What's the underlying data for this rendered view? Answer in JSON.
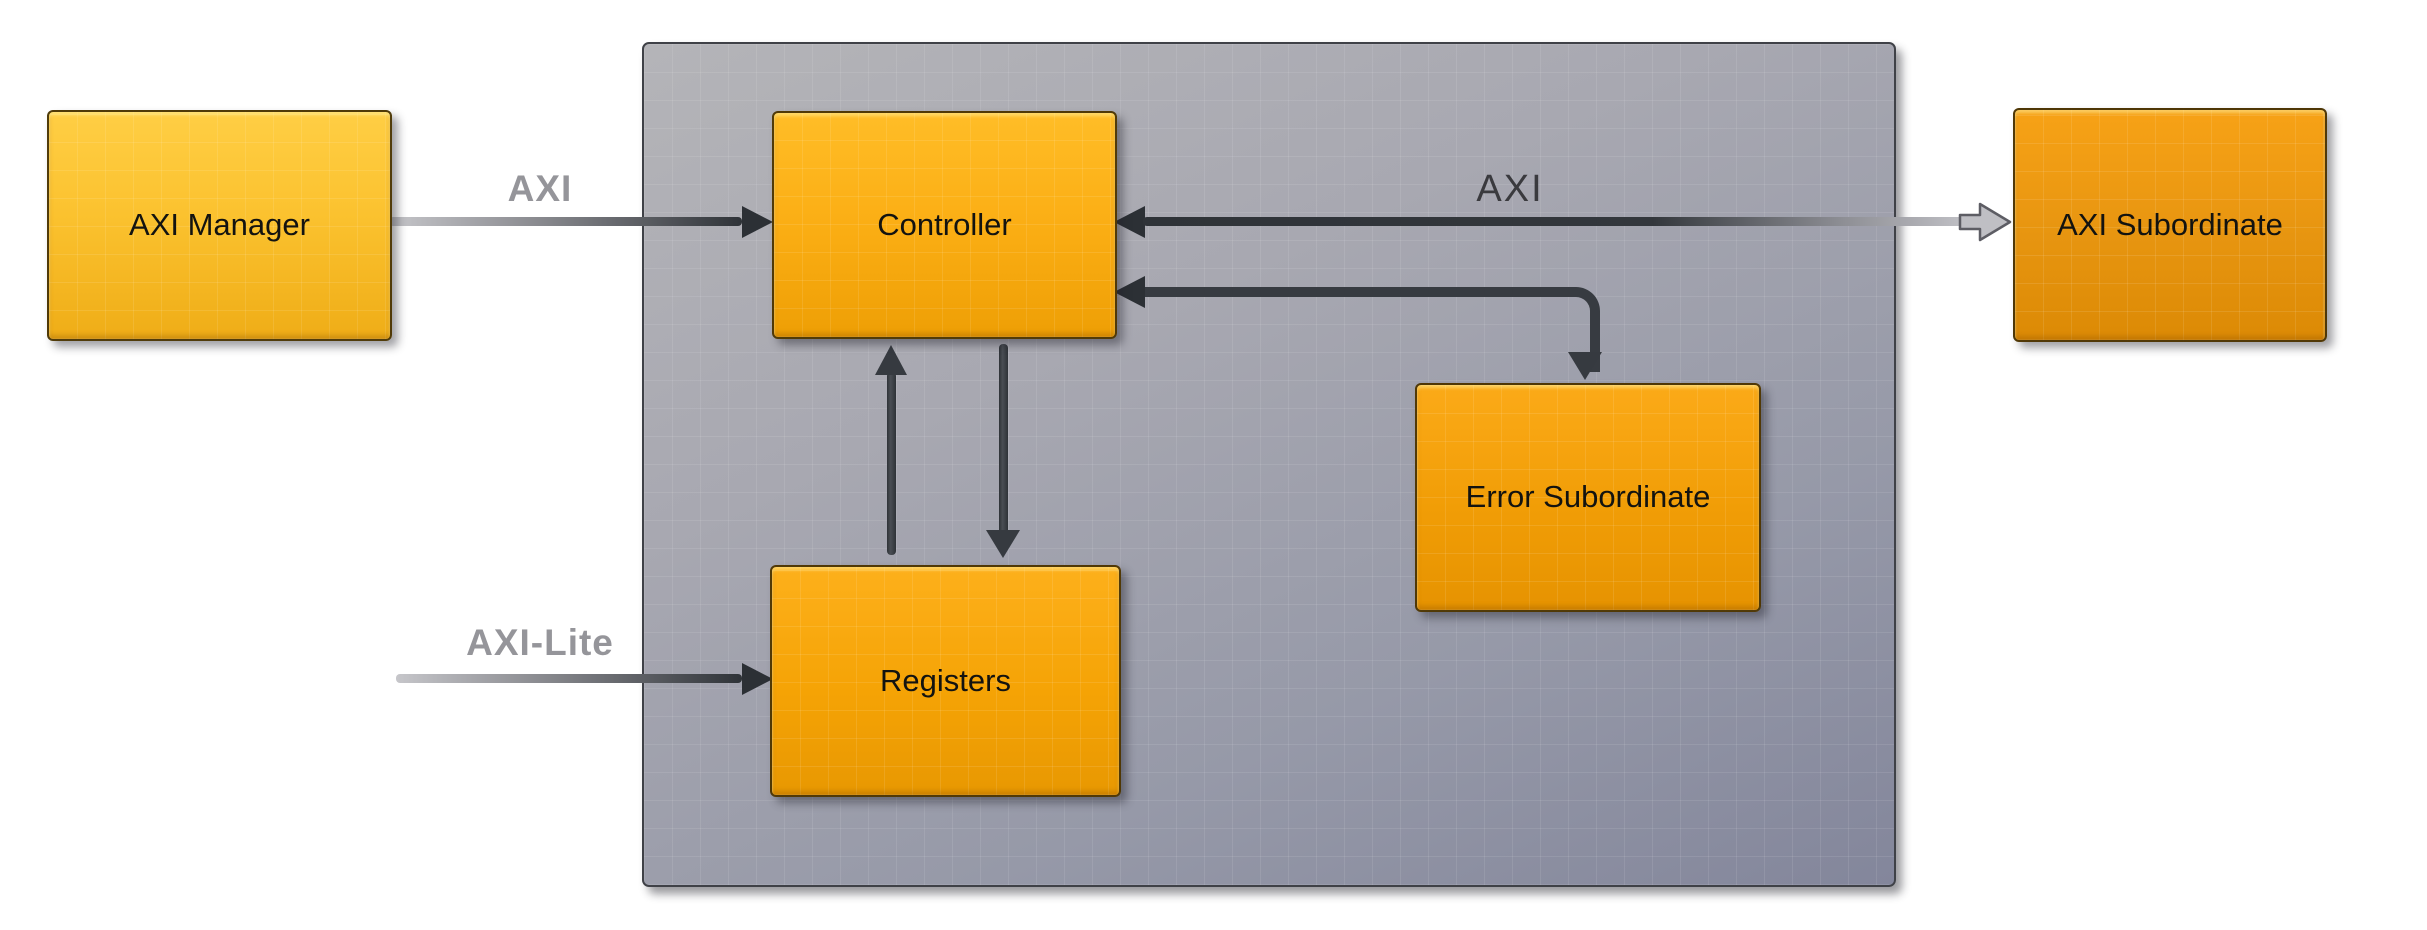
{
  "blocks": {
    "axi_manager": {
      "label": "AXI Manager",
      "fill": "#fbc22f"
    },
    "controller": {
      "label": "Controller",
      "fill": "#fbae14"
    },
    "registers": {
      "label": "Registers",
      "fill": "#f5a305"
    },
    "error_subordinate": {
      "label": "Error Subordinate",
      "fill": "#f19d06"
    },
    "axi_subordinate": {
      "label": "AXI Subordinate",
      "fill": "#e79510"
    }
  },
  "arrows": {
    "manager_to_controller": {
      "label": "AXI",
      "direction": "right"
    },
    "controller_axi_subordinate": {
      "label": "AXI",
      "direction": "both"
    },
    "axi_lite_to_registers": {
      "label": "AXI-Lite",
      "direction": "right"
    },
    "controller_error_subordinate": {
      "label": "",
      "direction": "both"
    },
    "registers_to_controller": {
      "label": "",
      "direction": "up"
    },
    "controller_to_registers": {
      "label": "",
      "direction": "down"
    }
  },
  "colors": {
    "background": "#ffffff",
    "panel_top": "#b4b4b8",
    "panel_bottom": "#83869b",
    "panel_border": "#3f4147",
    "arrow_dark": "#2f3338",
    "arrow_light": "#c6c6ca",
    "label_gray": "#95959a",
    "label_dark": "#3a3a3e",
    "block_text": "#131310"
  }
}
